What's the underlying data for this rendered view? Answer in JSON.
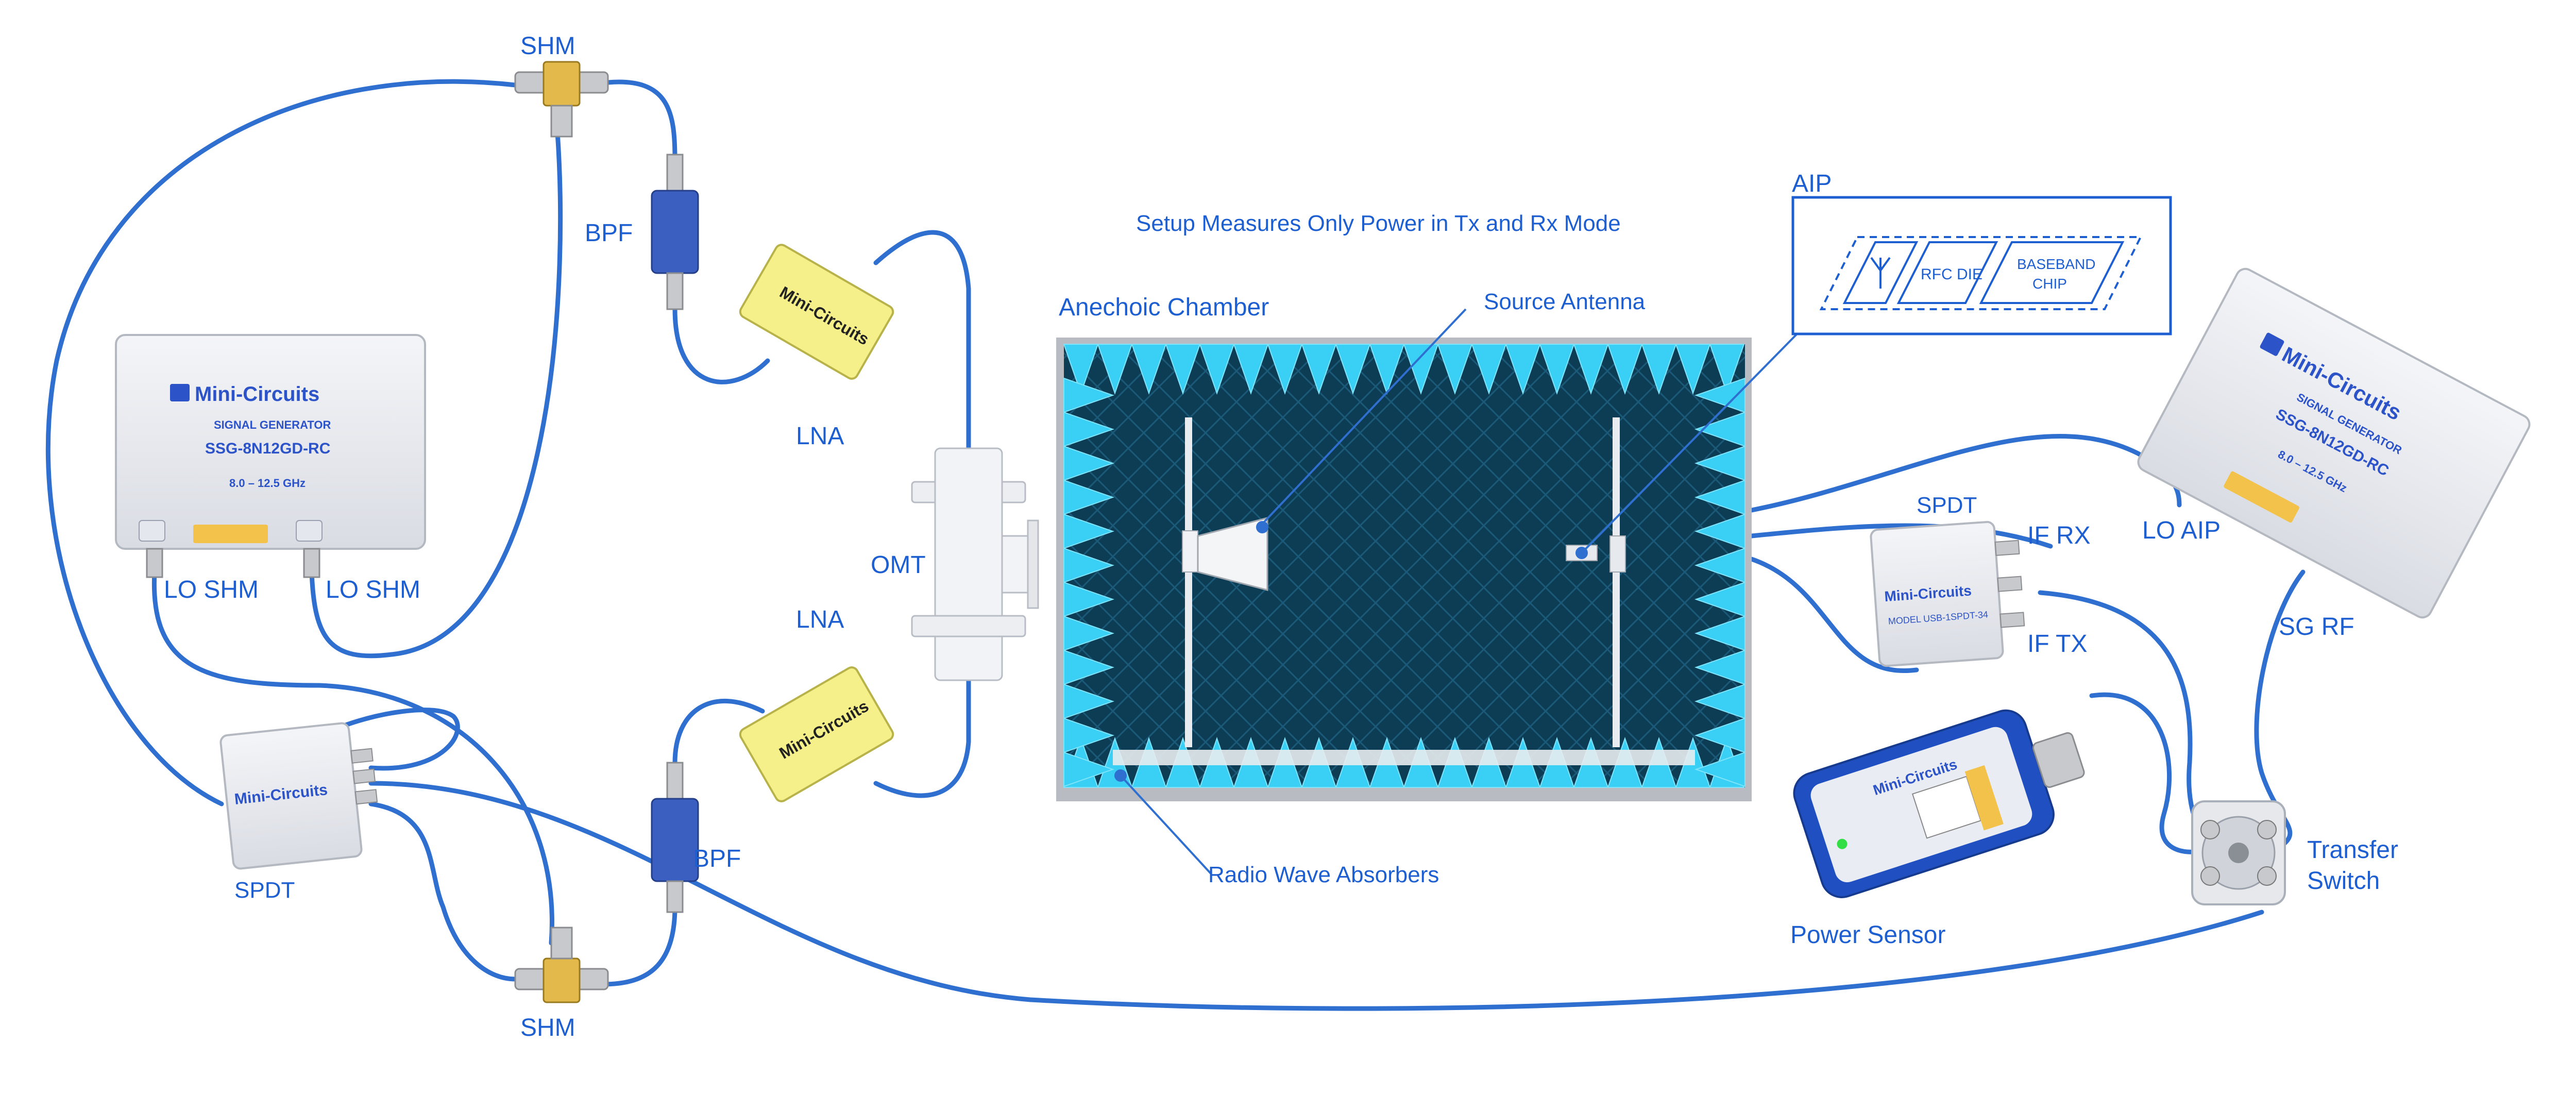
{
  "header": {
    "note": "Setup Measures Only Power in Tx and Rx Mode"
  },
  "chamber": {
    "title": "Anechoic Chamber",
    "source_antenna": "Source Antenna",
    "absorbers": "Radio Wave Absorbers"
  },
  "aip": {
    "title": "AIP",
    "rfc_die": "RFC DIE",
    "baseband_l1": "BASEBAND",
    "baseband_l2": "CHIP"
  },
  "labels": {
    "shm_top": "SHM",
    "shm_bottom": "SHM",
    "bpf_top": "BPF",
    "bpf_bottom": "BPF",
    "lna_top": "LNA",
    "lna_bottom": "LNA",
    "omt": "OMT",
    "lo_shm_1": "LO SHM",
    "lo_shm_2": "LO SHM",
    "spdt_left": "SPDT",
    "spdt_right": "SPDT",
    "if_rx": "IF RX",
    "if_tx": "IF TX",
    "lo_aip": "LO AIP",
    "sg_rf": "SG RF",
    "power_sensor": "Power Sensor",
    "transfer_l1": "Transfer",
    "transfer_l2": "Switch"
  },
  "sig_gen_left": {
    "brand": "Mini-Circuits",
    "type": "SIGNAL GENERATOR",
    "model": "SSG-8N12GD-RC",
    "range": "8.0 – 12.5 GHz"
  },
  "sig_gen_right": {
    "brand": "Mini-Circuits",
    "type": "SIGNAL GENERATOR",
    "model": "SSG-8N12GD-RC",
    "range": "8.0 – 12.5 GHz"
  },
  "lna_brand": "Mini-Circuits",
  "spdt_device": {
    "brand": "Mini-Circuits",
    "model": "MODEL USB-1SPDT-34"
  },
  "sensor_brand": "Mini-Circuits",
  "colors": {
    "cable": "#2f6fd0",
    "label": "#1d5fd1",
    "absorber": "#3ad0f5",
    "chamber_bg": "#0f3f5a",
    "lna_yellow": "#f5f08a"
  }
}
